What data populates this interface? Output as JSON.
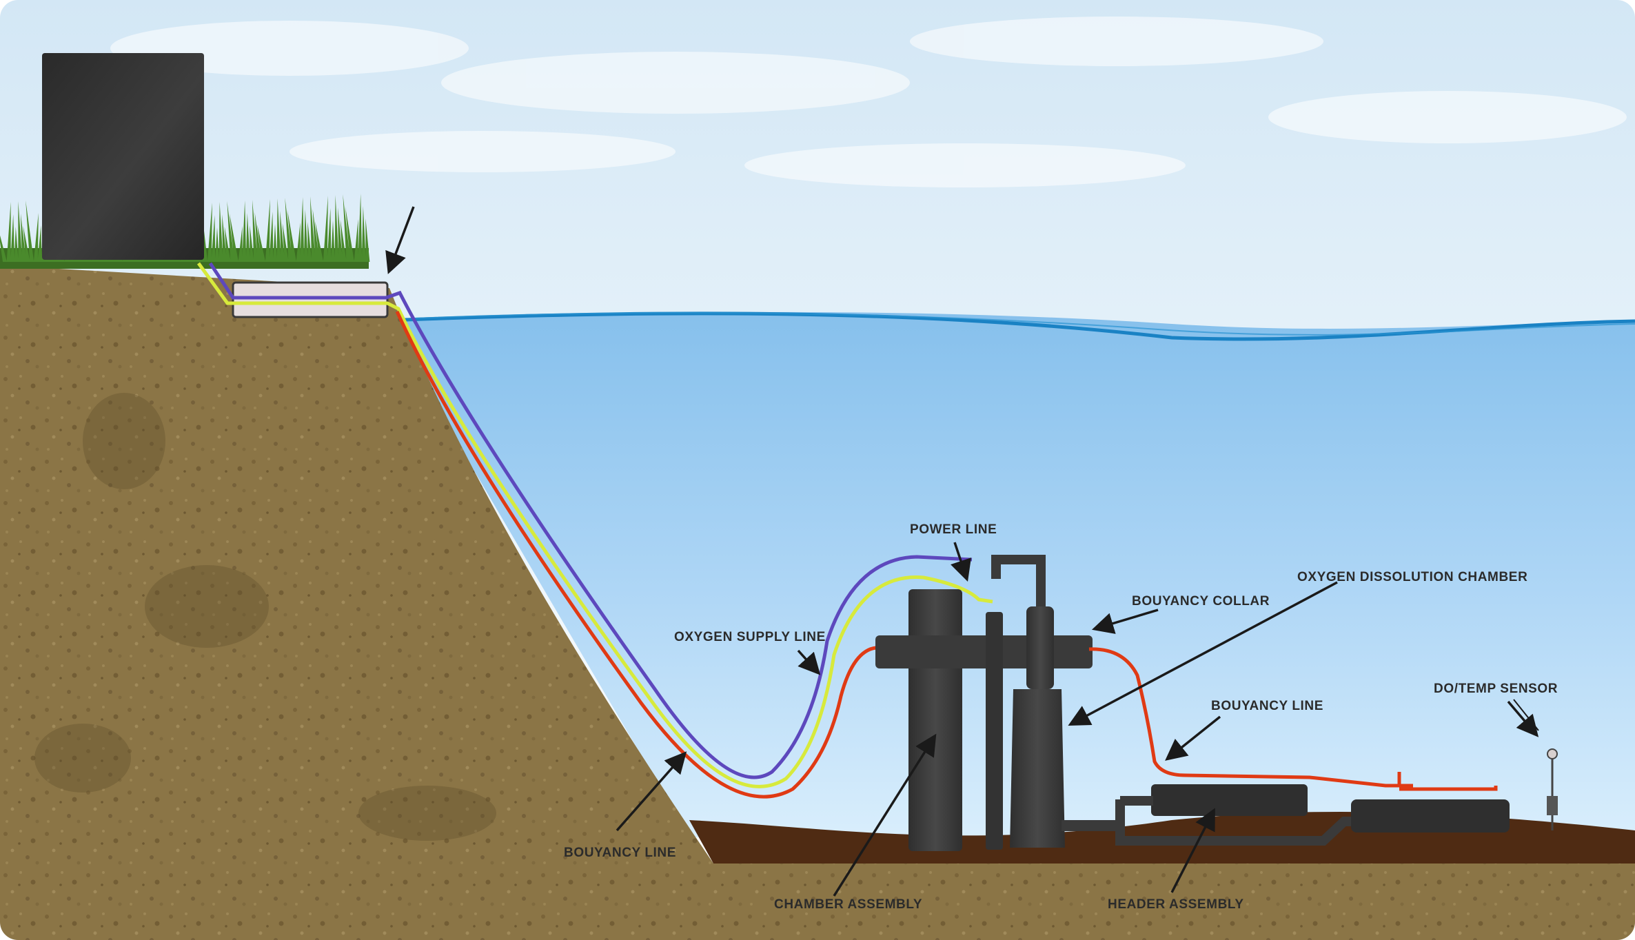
{
  "labels": {
    "power_line": "POWER LINE",
    "oxygen_supply_line": "OXYGEN SUPPLY LINE",
    "bouyancy_collar": "BOUYANCY COLLAR",
    "oxygen_dissolution_chamber": "OXYGEN DISSOLUTION CHAMBER",
    "bouyancy_line_right": "BOUYANCY LINE",
    "do_temp_sensor": "DO/TEMP SENSOR",
    "bouyancy_line_left": "BOUYANCY LINE",
    "chamber_assembly": "CHAMBER ASSEMBLY",
    "header_assembly": "HEADER ASSEMBLY"
  },
  "colors": {
    "sky_top": "#dcecf7",
    "sky_bottom": "#ffffff",
    "water_top": "#8ec4ee",
    "water_bottom": "#d4ebfb",
    "water_surface": "#1a82c4",
    "soil": "#8a7445",
    "soil_dark": "#6e5a33",
    "sediment": "#4e2a13",
    "grass": "#3f7d2a",
    "equipment": "#3a3a3a",
    "power_line": "#5d48bd",
    "oxygen_line": "#d7ea3c",
    "bouyancy_line": "#e03a14",
    "arrow": "#1a1a1a"
  }
}
